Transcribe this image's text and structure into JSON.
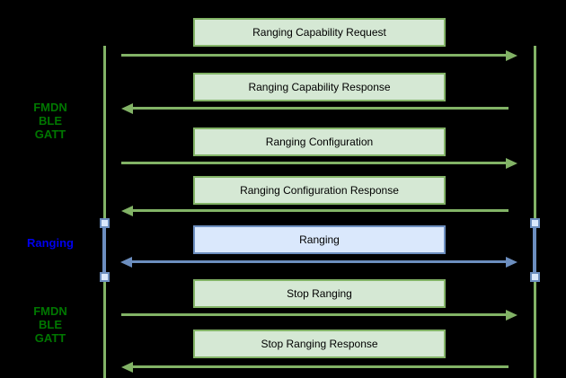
{
  "phases": [
    {
      "id": "fmdn-ble-gatt-top",
      "lines": [
        "FMDN",
        "BLE",
        "GATT"
      ],
      "color": "#007700"
    },
    {
      "id": "ranging",
      "lines": [
        "Ranging"
      ],
      "color": "#0000EE"
    },
    {
      "id": "fmdn-ble-gatt-bottom",
      "lines": [
        "FMDN",
        "BLE",
        "GATT"
      ],
      "color": "#007700"
    }
  ],
  "messages": [
    {
      "label": "Ranging Capability Request",
      "direction": "right",
      "theme": "green"
    },
    {
      "label": "Ranging Capability Response",
      "direction": "left",
      "theme": "green"
    },
    {
      "label": "Ranging Configuration",
      "direction": "right",
      "theme": "green"
    },
    {
      "label": "Ranging Configuration Response",
      "direction": "left",
      "theme": "green"
    },
    {
      "label": "Ranging",
      "direction": "both",
      "theme": "blue"
    },
    {
      "label": "Stop Ranging",
      "direction": "right",
      "theme": "green"
    },
    {
      "label": "Stop Ranging Response",
      "direction": "left",
      "theme": "green"
    }
  ],
  "colors": {
    "background": "#000000",
    "green_stroke": "#82B366",
    "green_fill": "#D5E8D4",
    "blue_stroke": "#6C8EBF",
    "blue_fill": "#DAE8FC",
    "phase_label_green": "#007700",
    "phase_label_blue": "#0000EE",
    "box_text": "#000000"
  }
}
